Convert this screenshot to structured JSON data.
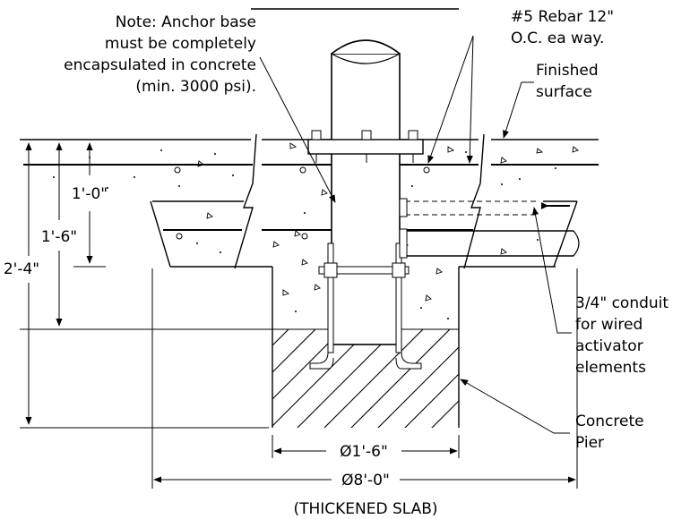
{
  "notes": {
    "anchor": [
      "Note: Anchor base",
      "must be completely",
      "encapsulated in concrete",
      "(min. 3000 psi)."
    ],
    "rebar": [
      "#5 Rebar 12\"",
      "O.C. ea way."
    ],
    "finished": [
      "Finished",
      "surface"
    ],
    "conduit": [
      "3/4\" conduit",
      "for wired",
      "activator",
      "elements"
    ],
    "pier": [
      "Concrete",
      "Pier"
    ]
  },
  "dimensions": {
    "slab_top": "1'-0\"",
    "thickened": "1'-6\"",
    "total": "2'-4\"",
    "pier_dia": "Ø1'-6\"",
    "slab_width": "Ø8'-0\""
  },
  "caption": "(THICKENED SLAB)",
  "colors": {
    "line": "#000000",
    "background": "#ffffff"
  }
}
